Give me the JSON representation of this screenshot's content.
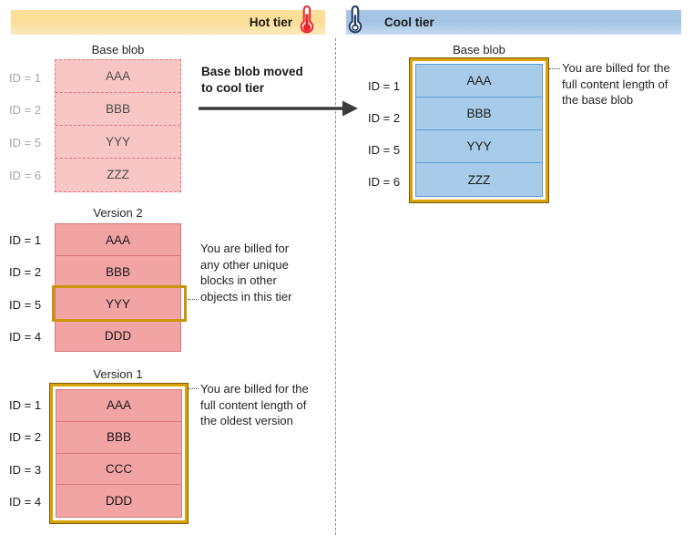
{
  "hot_tier": {
    "banner_label": "Hot tier",
    "icon": "thermometer-hot-icon",
    "accent": "#fbdf97",
    "objects": [
      {
        "caption": "Base blob",
        "style": "ghosted",
        "rows": [
          {
            "id_label": "ID = 1",
            "block": "AAA"
          },
          {
            "id_label": "ID = 2",
            "block": "BBB"
          },
          {
            "id_label": "ID = 5",
            "block": "YYY"
          },
          {
            "id_label": "ID = 6",
            "block": "ZZZ"
          }
        ]
      },
      {
        "caption": "Version 2",
        "style": "solid-pink",
        "highlight_row_index": 2,
        "rows": [
          {
            "id_label": "ID = 1",
            "block": "AAA"
          },
          {
            "id_label": "ID = 2",
            "block": "BBB"
          },
          {
            "id_label": "ID = 5",
            "block": "YYY"
          },
          {
            "id_label": "ID = 4",
            "block": "DDD"
          }
        ]
      },
      {
        "caption": "Version 1",
        "style": "solid-pink",
        "highlight_whole": true,
        "rows": [
          {
            "id_label": "ID = 1",
            "block": "AAA"
          },
          {
            "id_label": "ID = 2",
            "block": "BBB"
          },
          {
            "id_label": "ID = 3",
            "block": "CCC"
          },
          {
            "id_label": "ID = 4",
            "block": "DDD"
          }
        ]
      }
    ]
  },
  "cool_tier": {
    "banner_label": "Cool tier",
    "icon": "thermometer-cool-icon",
    "accent": "#a3c3e4",
    "objects": [
      {
        "caption": "Base blob",
        "style": "solid-blue",
        "highlight_whole": true,
        "rows": [
          {
            "id_label": "ID = 1",
            "block": "AAA"
          },
          {
            "id_label": "ID = 2",
            "block": "BBB"
          },
          {
            "id_label": "ID = 5",
            "block": "YYY"
          },
          {
            "id_label": "ID = 6",
            "block": "ZZZ"
          }
        ]
      }
    ]
  },
  "arrow": {
    "label": "Base blob moved\nto cool tier"
  },
  "notes": {
    "version2": "You are billed for\nany other unique\nblocks in other\nobjects in this tier",
    "version1": "You are billed for the\nfull content length of\nthe oldest version",
    "cool_base": "You are billed for the\nfull content length of\nthe base blob"
  },
  "colors": {
    "gold": "#d9a202",
    "pink_fill": "#f2a3a3",
    "pink_ghost_fill": "#f9c6c6",
    "pink_stroke": "#d9797b",
    "blue_fill": "#a7cbe8",
    "blue_stroke": "#5b9bd5",
    "divider": "#8a8a8a",
    "arrow": "#3b3b3f"
  }
}
